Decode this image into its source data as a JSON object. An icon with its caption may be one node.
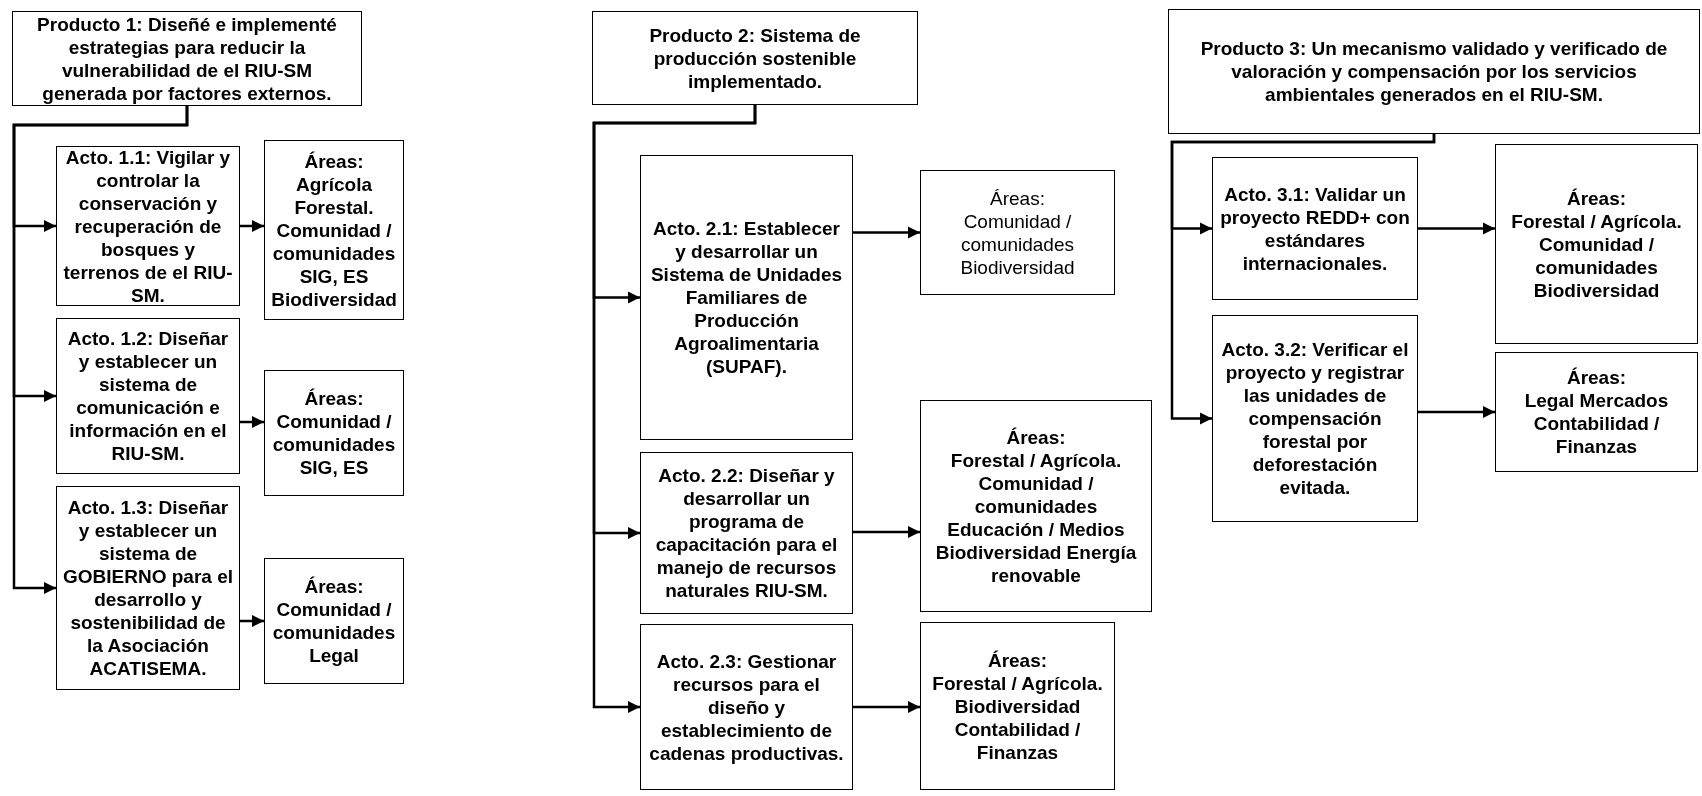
{
  "diagram": {
    "nodes": [
      {
        "text": [
          "Producto 1: Diseñé e implementé estrategias para reducir la vulnerabilidad de el RIU-SM generada por factores externos."
        ]
      },
      {
        "text": [
          "Acto. 1.1: Vigilar y controlar la conservación y recuperación de bosques y terrenos de el RIU-SM."
        ]
      },
      {
        "text": [
          "Áreas:",
          "Agrícola Forestal. Comunidad / comunidades SIG, ES Biodiversidad"
        ]
      },
      {
        "text": [
          "Acto. 1.2: Diseñar y establecer un sistema de comunicación e información en el RIU-SM."
        ]
      },
      {
        "text": [
          "Áreas:",
          "Comunidad / comunidades SIG, ES"
        ]
      },
      {
        "text": [
          "Acto. 1.3: Diseñar y establecer un sistema de GOBIERNO para el desarrollo y sostenibilidad de la Asociación ACATISEMA."
        ]
      },
      {
        "text": [
          "Áreas:",
          "Comunidad / comunidades Legal"
        ]
      },
      {
        "text": [
          "Producto 2: Sistema de producción sostenible implementado."
        ]
      },
      {
        "text": [
          "Acto. 2.1: Establecer y desarrollar un Sistema de Unidades Familiares de Producción Agroalimentaria (SUPAF)."
        ]
      },
      {
        "text": [
          "Áreas:",
          "Comunidad / comunidades Biodiversidad"
        ]
      },
      {
        "text": [
          "Acto. 2.2: Diseñar y desarrollar un programa de capacitación para el manejo de recursos naturales RIU-SM."
        ]
      },
      {
        "text": [
          "Áreas:",
          "Forestal / Agrícola. Comunidad / comunidades Educación / Medios Biodiversidad Energía renovable"
        ]
      },
      {
        "text": [
          "Acto. 2.3: Gestionar recursos para el diseño y establecimiento de cadenas productivas."
        ]
      },
      {
        "text": [
          "Áreas:",
          "Forestal / Agrícola. Biodiversidad Contabilidad / Finanzas"
        ]
      },
      {
        "text": [
          "Producto 3: Un mecanismo validado y verificado de valoración y compensación por los servicios ambientales generados en el RIU-SM."
        ]
      },
      {
        "text": [
          "Acto. 3.1: Validar un proyecto REDD+ con estándares internacionales."
        ]
      },
      {
        "text": [
          "Áreas:",
          "Forestal / Agrícola. Comunidad / comunidades Biodiversidad"
        ]
      },
      {
        "text": [
          "Acto. 3.2: Verificar el proyecto y registrar las unidades de compensación forestal por deforestación evitada."
        ]
      },
      {
        "text": [
          "Áreas:",
          "Legal Mercados Contabilidad / Finanzas"
        ]
      }
    ],
    "edges": [
      {
        "from": 0,
        "to": 1,
        "arrow": "to"
      },
      {
        "from": 1,
        "to": 2,
        "arrow": "to"
      },
      {
        "from": 0,
        "to": 3,
        "arrow": "to"
      },
      {
        "from": 3,
        "to": 4,
        "arrow": "to"
      },
      {
        "from": 0,
        "to": 5,
        "arrow": "to"
      },
      {
        "from": 5,
        "to": 6,
        "arrow": "to"
      },
      {
        "from": 7,
        "to": 8,
        "arrow": "to"
      },
      {
        "from": 8,
        "to": 9,
        "arrow": "to"
      },
      {
        "from": 7,
        "to": 10,
        "arrow": "to"
      },
      {
        "from": 10,
        "to": 11,
        "arrow": "to"
      },
      {
        "from": 7,
        "to": 12,
        "arrow": "to"
      },
      {
        "from": 12,
        "to": 13,
        "arrow": "to"
      },
      {
        "from": 14,
        "to": 15,
        "arrow": "to"
      },
      {
        "from": 15,
        "to": 16,
        "arrow": "to"
      },
      {
        "from": 14,
        "to": 17,
        "arrow": "to"
      },
      {
        "from": 17,
        "to": 18,
        "arrow": "to"
      }
    ]
  }
}
